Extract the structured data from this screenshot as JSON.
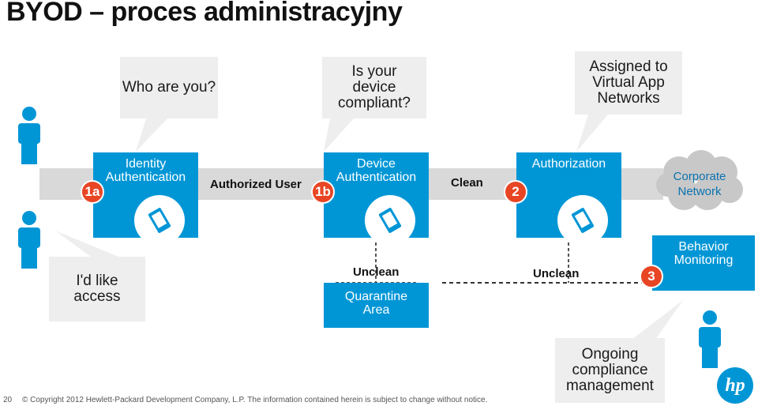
{
  "title": "BYOD – proces administracyjny",
  "callouts": {
    "who": "Who are you?",
    "compliant": "Is your device compliant?",
    "assigned": "Assigned to Virtual App Networks",
    "access": "I'd like access",
    "ongoing": "Ongoing compliance management"
  },
  "steps": {
    "s1a": {
      "badge": "1a",
      "label": "Identity Authentication"
    },
    "s1b": {
      "badge": "1b",
      "label": "Device Authentication"
    },
    "s2": {
      "badge": "2",
      "label": "Authorization"
    },
    "s3": {
      "badge": "3",
      "label": "Behavior Monitoring"
    }
  },
  "flow_labels": {
    "authorized_user": "Authorized User",
    "clean": "Clean",
    "unclean_1": "Unclean",
    "unclean_2": "Unclean",
    "quarantine": "Quarantine Area",
    "corporate": "Corporate Network"
  },
  "footer": {
    "page_number": "20",
    "copyright": "© Copyright 2012 Hewlett-Packard Development Company, L.P. The information contained herein is subject to change without notice."
  },
  "logo": {
    "text": "hp"
  },
  "colors": {
    "blue": "#0096d6",
    "orange": "#e84524",
    "gray": "#d9d9d9",
    "callout": "#eeeeee"
  }
}
